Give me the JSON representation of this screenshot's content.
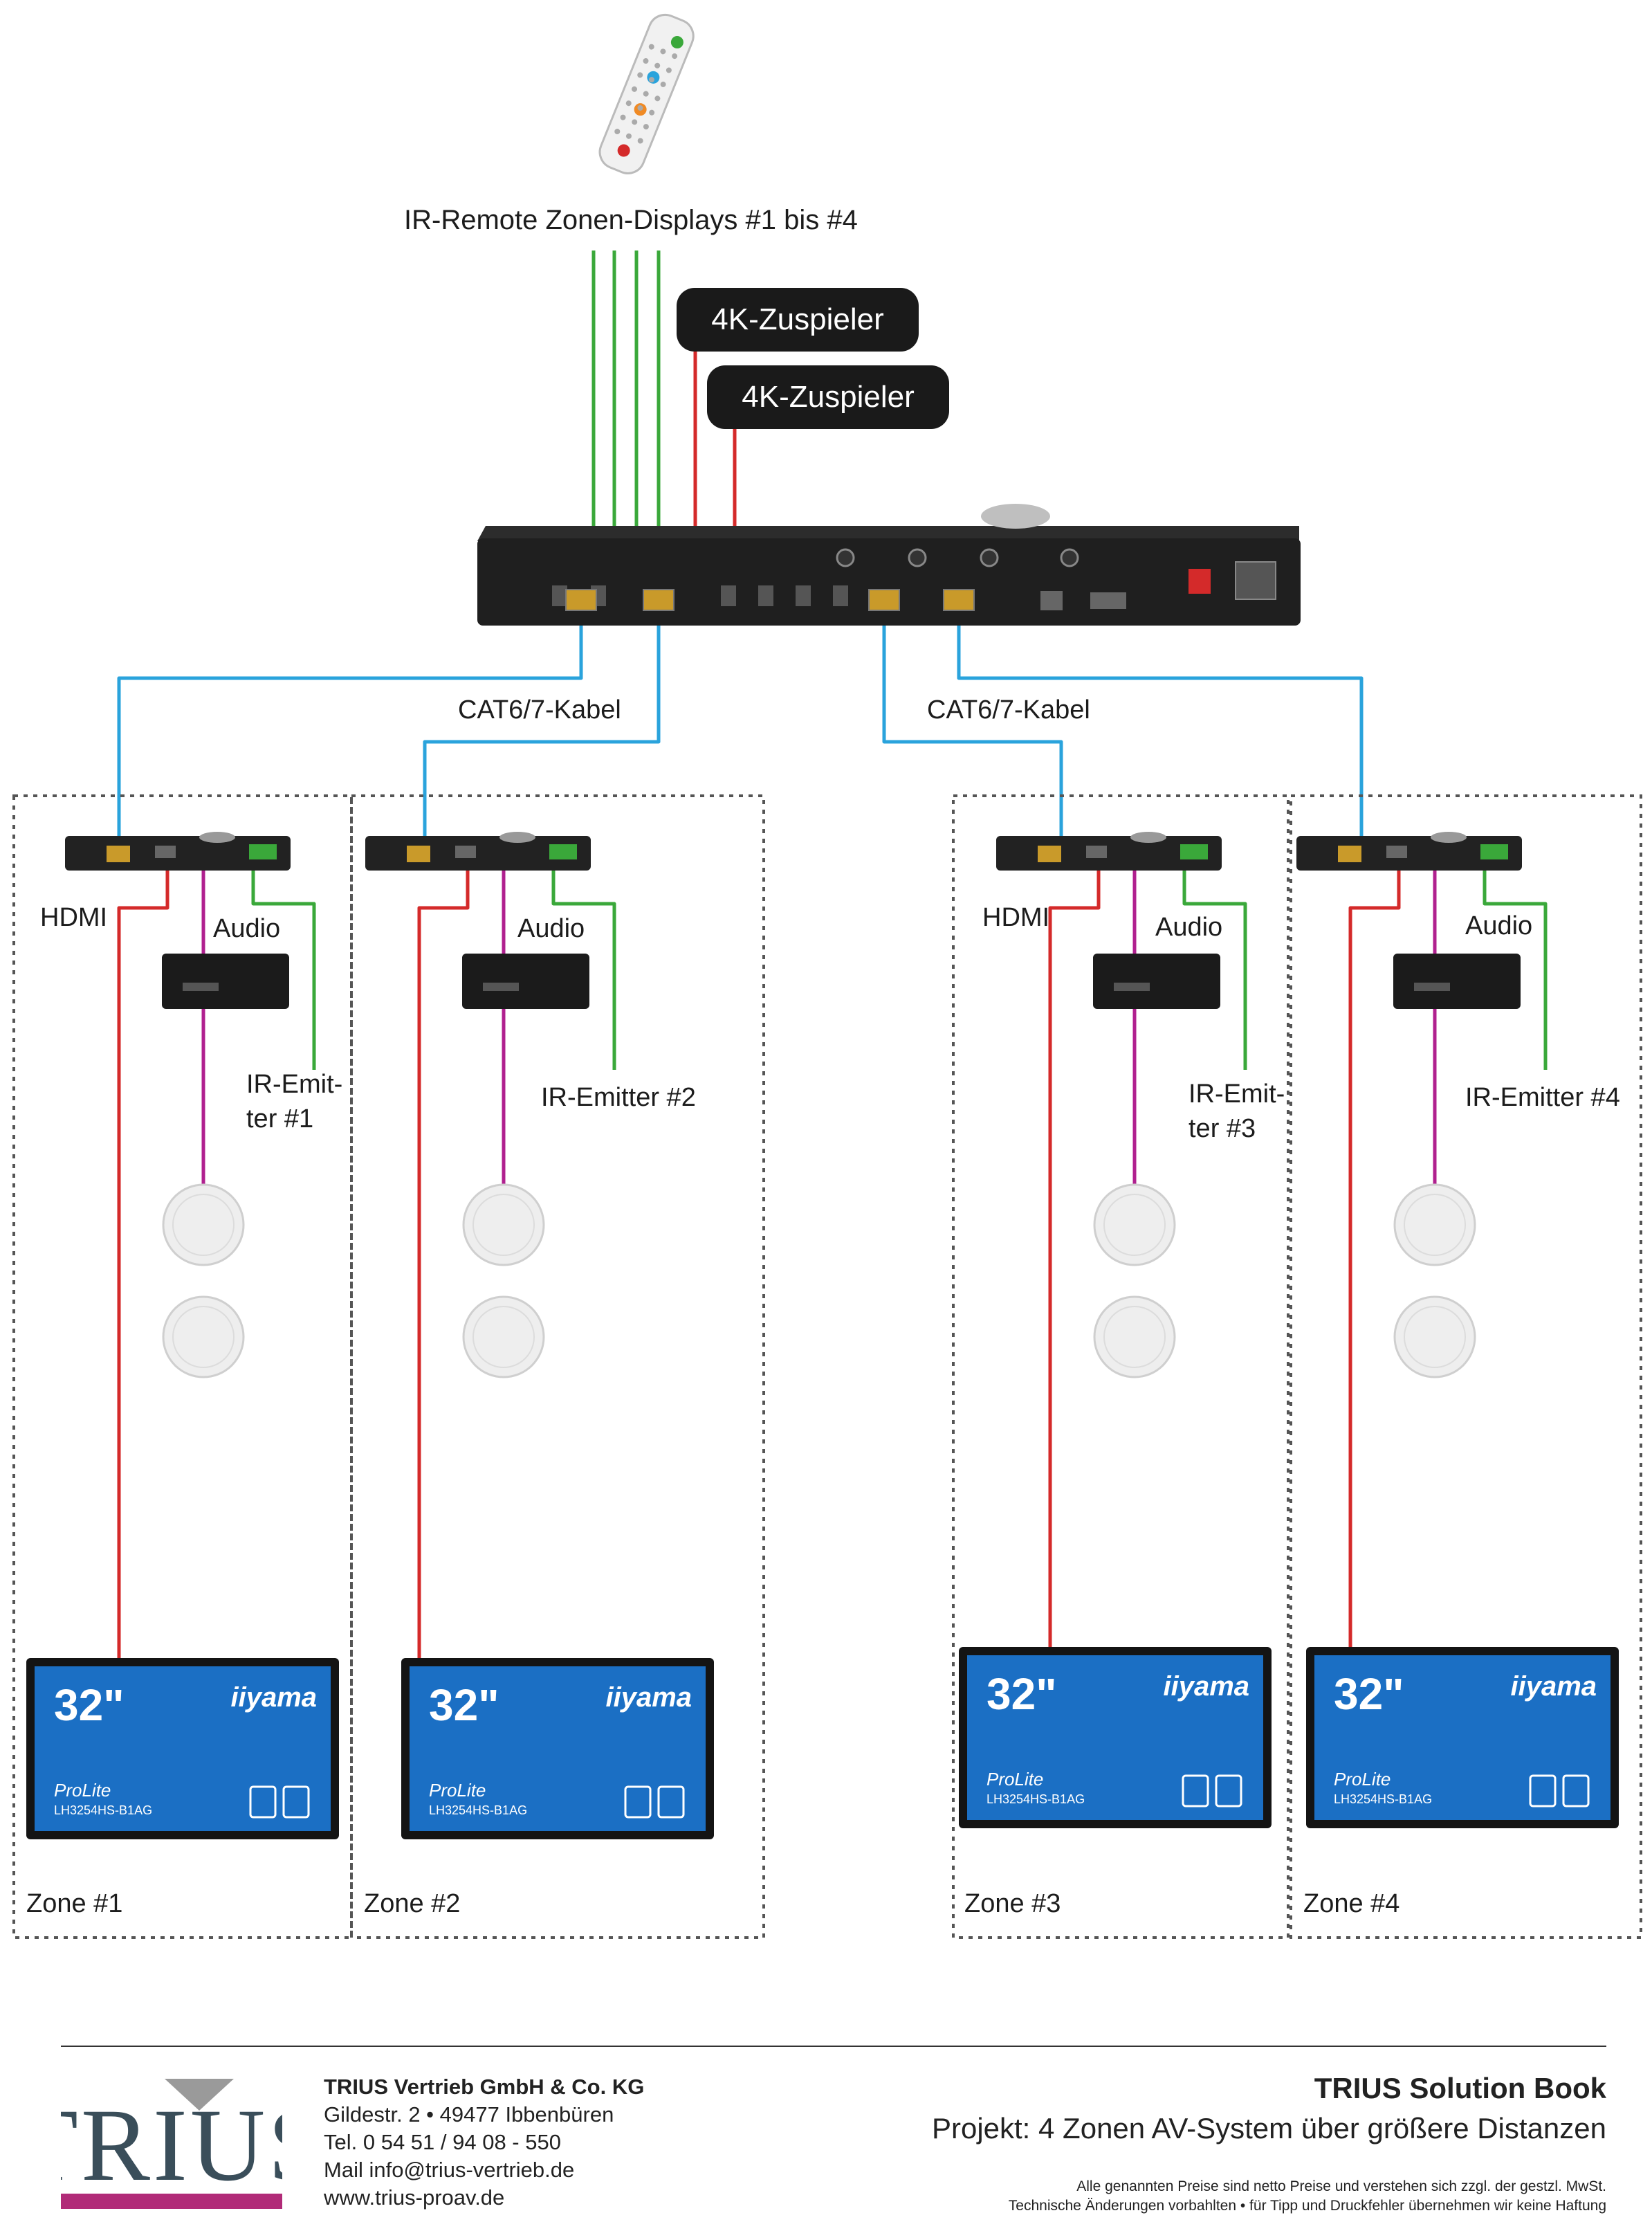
{
  "remote_label": "IR-Remote Zonen-Displays #1 bis #4",
  "sources": [
    "4K-Zuspieler",
    "4K-Zuspieler"
  ],
  "cable_labels": [
    "CAT6/7-Kabel",
    "CAT6/7-Kabel"
  ],
  "zones": [
    {
      "name": "Zone #1",
      "hdmi": "HDMI",
      "audio": "Audio",
      "ir": "IR-Emit-\nter #1",
      "display_size": "32\"",
      "display_brand": "iiyama",
      "display_model": "ProLite",
      "display_code": "LH3254HS-B1AG"
    },
    {
      "name": "Zone #2",
      "hdmi": "",
      "audio": "Audio",
      "ir": "IR-Emitter #2",
      "display_size": "32\"",
      "display_brand": "iiyama",
      "display_model": "ProLite",
      "display_code": "LH3254HS-B1AG"
    },
    {
      "name": "Zone #3",
      "hdmi": "HDMI",
      "audio": "Audio",
      "ir": "IR-Emit-\nter #3",
      "display_size": "32\"",
      "display_brand": "iiyama",
      "display_model": "ProLite",
      "display_code": "LH3254HS-B1AG"
    },
    {
      "name": "Zone #4",
      "hdmi": "",
      "audio": "Audio",
      "ir": "IR-Emitter #4",
      "display_size": "32\"",
      "display_brand": "iiyama",
      "display_model": "ProLite",
      "display_code": "LH3254HS-B1AG"
    }
  ],
  "footer": {
    "logo_text": "TRIUS",
    "company": "TRIUS Vertrieb GmbH & Co. KG",
    "address": "Gildestr. 2 • 49477 Ibbenbüren",
    "phone": "Tel. 0 54 51 / 94 08 - 550",
    "mail": "Mail info@trius-vertrieb.de",
    "web": "www.trius-proav.de",
    "book_title": "TRIUS Solution Book",
    "project": "Projekt: 4 Zonen AV-System über größere Distanzen",
    "disclaimer1": "Alle genannten Preise sind netto Preise und verstehen sich zzgl. der gestzl. MwSt.",
    "disclaimer2": "Technische Änderungen vorbahlten • für Tipp und Druckfehler übernehmen wir keine Haftung"
  },
  "colors": {
    "ir": "#3aa83a",
    "hdmi": "#d42a2a",
    "cat": "#2aa3dc",
    "audio": "#b0208f"
  }
}
